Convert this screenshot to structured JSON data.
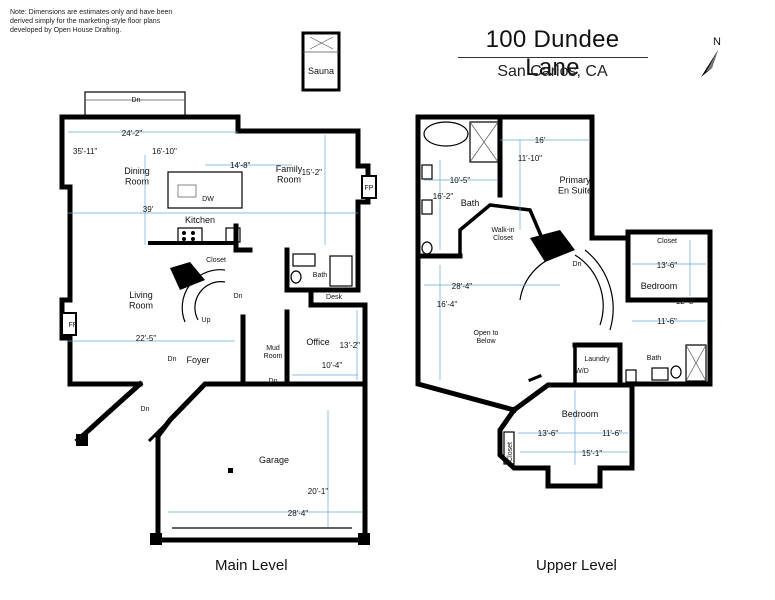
{
  "disclaimer": "Note: Dimensions are estimates only and have been derived simply for the marketing-style floor plans developed by Open House Drafting.",
  "title": "100 Dundee Lane",
  "subtitle": "San Carlos, CA",
  "north": "N",
  "levels": {
    "main": "Main Level",
    "upper": "Upper Level"
  },
  "main_rooms": {
    "sauna": "Sauna",
    "dining": "Dining\nRoom",
    "family": "Family\nRoom",
    "kitchen": "Kitchen",
    "dw": "DW",
    "closet": "Closet",
    "bath": "Bath",
    "desk": "Desk",
    "living": "Living\nRoom",
    "office": "Office",
    "mud": "Mud\nRoom",
    "foyer": "Foyer",
    "garage": "Garage",
    "fp1": "FP",
    "fp2": "FP",
    "up": "Up",
    "dn_deck": "Dn",
    "dn_stair": "Dn",
    "dn_foyer": "Dn",
    "dn_entry": "Dn",
    "dn_mud": "Dn"
  },
  "main_dims": {
    "d1": "24'-2\"",
    "d2": "35'-11\"",
    "d3": "16'-10\"",
    "d4": "14'-8\"",
    "d5": "15'-2\"",
    "d6": "39'",
    "d7": "22'-5\"",
    "d8": "13'-2\"",
    "d9": "10'-4\"",
    "d10": "20'-1\"",
    "d11": "28'-4\""
  },
  "upper_rooms": {
    "bath1": "Bath",
    "primary": "Primary\nEn Suite",
    "walkin": "Walk-in\nCloset",
    "closet": "Closet",
    "bedroom1": "Bedroom",
    "open": "Open to\nBelow",
    "laundry": "Laundry",
    "wd": "W/D",
    "bath2": "Bath",
    "bedroom2": "Bedroom",
    "closet2": "Closet",
    "dn": "Dn"
  },
  "upper_dims": {
    "u1": "16'",
    "u2": "11'-10\"",
    "u3": "10'-5\"",
    "u4": "16'-2\"",
    "u5": "28'-4\"",
    "u6": "16'-4\"",
    "u7": "13'-6\"",
    "u8": "12'-8\"",
    "u9": "11'-6\"",
    "u10": "13'-6\"",
    "u11": "11'-6\"",
    "u12": "15'-1\""
  }
}
